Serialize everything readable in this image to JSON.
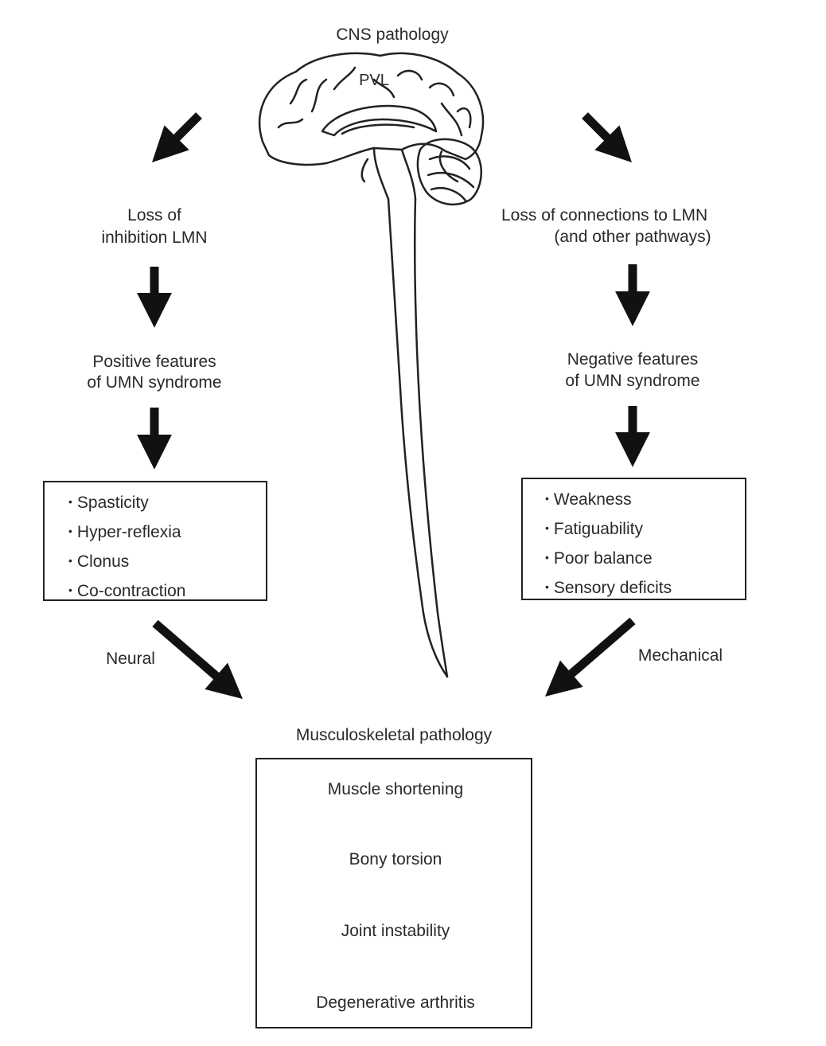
{
  "top": {
    "cns_title": "CNS pathology",
    "pvl_label": "PVL"
  },
  "left": {
    "step1": [
      "Loss of",
      "inhibition LMN"
    ],
    "step2": [
      "Positive features",
      "of UMN syndrome"
    ],
    "features": [
      "Spasticity",
      "Hyper-reflexia",
      "Clonus",
      "Co-contraction"
    ],
    "arrow_label": "Neural"
  },
  "right": {
    "step1": [
      "Loss of connections to LMN",
      "(and other pathways)"
    ],
    "step2": [
      "Negative features",
      "of UMN syndrome"
    ],
    "features": [
      "Weakness",
      "Fatiguability",
      "Poor balance",
      "Sensory deficits"
    ],
    "arrow_label": "Mechanical"
  },
  "bottom": {
    "title": "Musculoskeletal pathology",
    "sequence": [
      "Muscle shortening",
      "Bony torsion",
      "Joint instability",
      "Degenerative arthritis"
    ]
  }
}
